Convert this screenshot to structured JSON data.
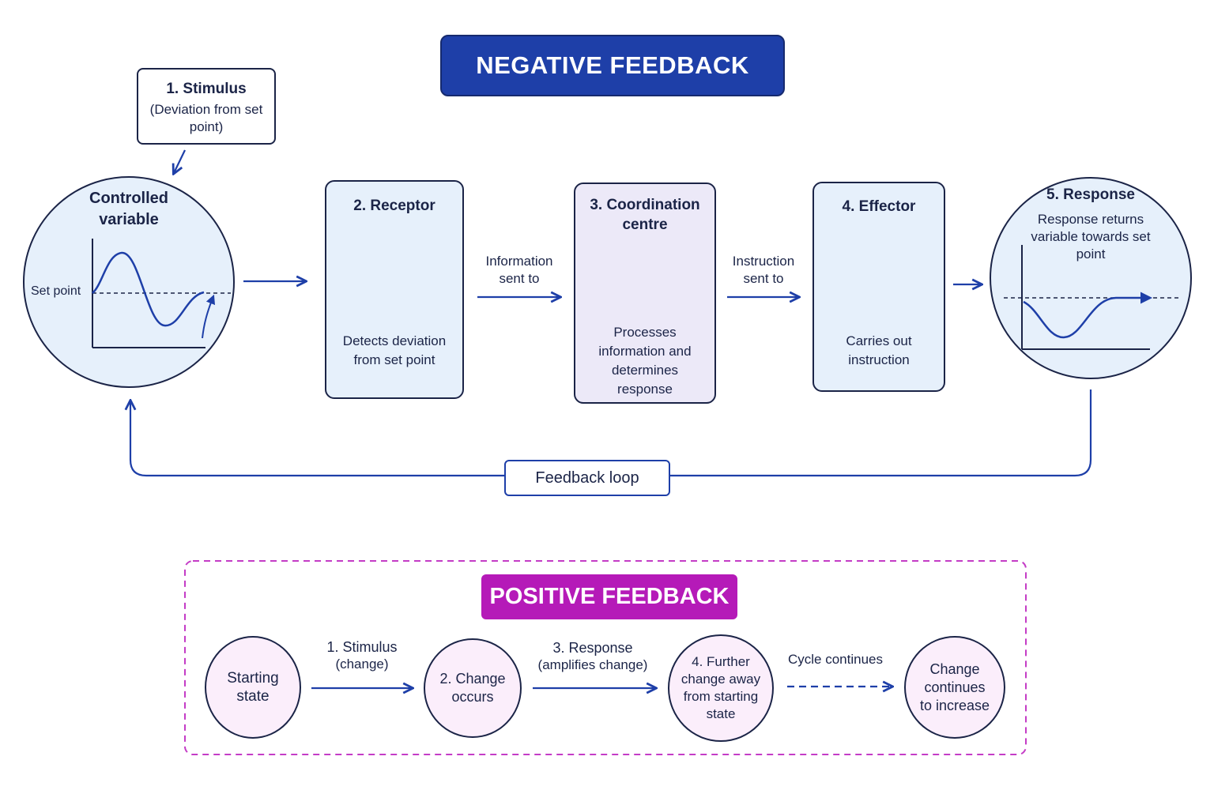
{
  "negative": {
    "title": "NEGATIVE FEEDBACK",
    "stimulus": {
      "title": "1. Stimulus",
      "subtitle": "(Deviation from set point)"
    },
    "controlled_variable": {
      "title": "Controlled variable",
      "set_point_label": "Set point"
    },
    "receptor": {
      "title": "2. Receptor",
      "description": "Detects deviation from set point",
      "icon": "ear-icon"
    },
    "info_arrow_label": "Information sent to",
    "coordination": {
      "title": "3. Coordination centre",
      "description": "Processes information and determines response",
      "icon": "brain-icon"
    },
    "instruction_arrow_label": "Instruction sent to",
    "effector": {
      "title": "4. Effector",
      "description": "Carries out instruction",
      "icon": "flexed-arm-icon"
    },
    "response": {
      "title": "5. Response",
      "description": "Response returns variable towards set point"
    },
    "feedback_loop_label": "Feedback loop"
  },
  "positive": {
    "title": "POSITIVE FEEDBACK",
    "nodes": [
      {
        "label": "Starting state"
      },
      {
        "label": "2. Change occurs"
      },
      {
        "label": "4. Further change away from starting state"
      },
      {
        "label": "Change continues to increase"
      }
    ],
    "arrows": [
      {
        "title": "1. Stimulus",
        "subtitle": "(change)"
      },
      {
        "title": "3. Response",
        "subtitle": "(amplifies change)"
      },
      {
        "title": "Cycle continues",
        "subtitle": ""
      }
    ]
  },
  "colors": {
    "navy": "#1b2447",
    "accent_blue": "#1e3fa8",
    "magenta": "#b51ab8",
    "light_blue": "#e6f0fb",
    "lavender": "#ece9f8",
    "pink": "#fbeefb"
  }
}
